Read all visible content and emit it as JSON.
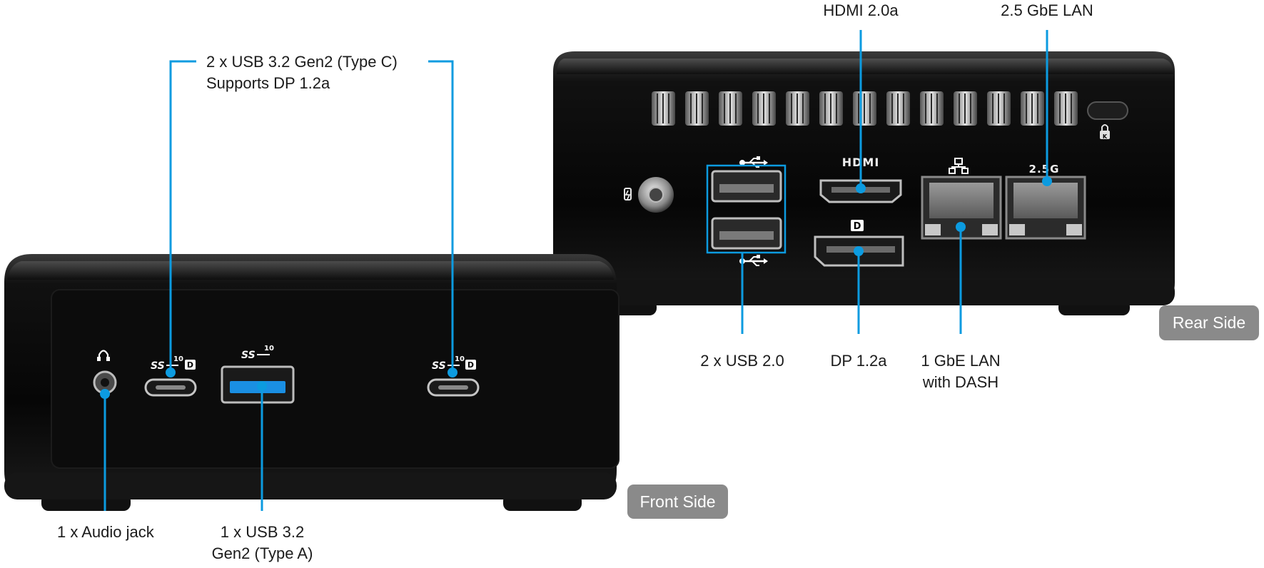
{
  "accent_color": "#0c9be0",
  "device_color": "#050505",
  "front": {
    "badge": "Front Side",
    "port_labels": {
      "usb_c_group": "2 x USB 3.2 Gen2 (Type C)\nSupports DP 1.2a",
      "audio": "1 x Audio jack",
      "usb_a": "1 x USB 3.2\nGen2 (Type A)"
    },
    "icons": {
      "usb_speed": "10",
      "ss_mark": "SS",
      "dp_mark": "D"
    }
  },
  "rear": {
    "badge": "Rear Side",
    "port_labels": {
      "hdmi": "HDMI 2.0a",
      "lan_25": "2.5 GbE LAN",
      "usb20": "2 x USB 2.0",
      "dp": "DP 1.2a",
      "lan_1": "1 GbE LAN\nwith DASH"
    },
    "port_marks": {
      "hdmi": "HDMI",
      "lan_25": "2.5G",
      "dp": "D",
      "lock": "K"
    }
  }
}
